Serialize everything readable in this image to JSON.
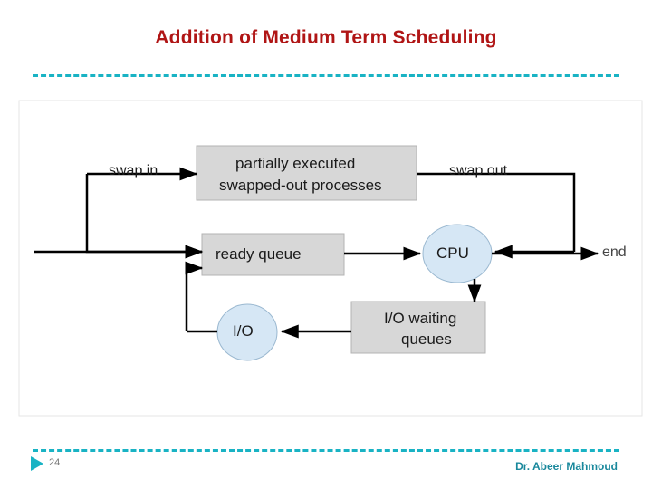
{
  "slide": {
    "title": "Addition of Medium Term Scheduling",
    "slide_number": "24",
    "author": "Dr. Abeer Mahmoud",
    "accent_color": "#19b3c4",
    "title_color": "#b01515"
  },
  "diagram": {
    "type": "flow-diagram",
    "labels": {
      "swap_in": "swap in",
      "swap_out": "swap out",
      "end": "end",
      "partial_line1": "partially executed",
      "partial_line2": "swapped-out processes",
      "ready_queue": "ready queue",
      "cpu": "CPU",
      "io": "I/O",
      "io_wait_line1": "I/O waiting",
      "io_wait_line2": "queues"
    },
    "nodes": [
      {
        "name": "partially-executed-swapped-out-processes",
        "shape": "rect",
        "fill": "#d7d7d7"
      },
      {
        "name": "ready-queue",
        "shape": "rect",
        "fill": "#d7d7d7"
      },
      {
        "name": "cpu",
        "shape": "ellipse",
        "fill": "#d6e7f5"
      },
      {
        "name": "io-waiting-queues",
        "shape": "rect",
        "fill": "#d7d7d7"
      },
      {
        "name": "io",
        "shape": "ellipse",
        "fill": "#d6e7f5"
      }
    ]
  }
}
